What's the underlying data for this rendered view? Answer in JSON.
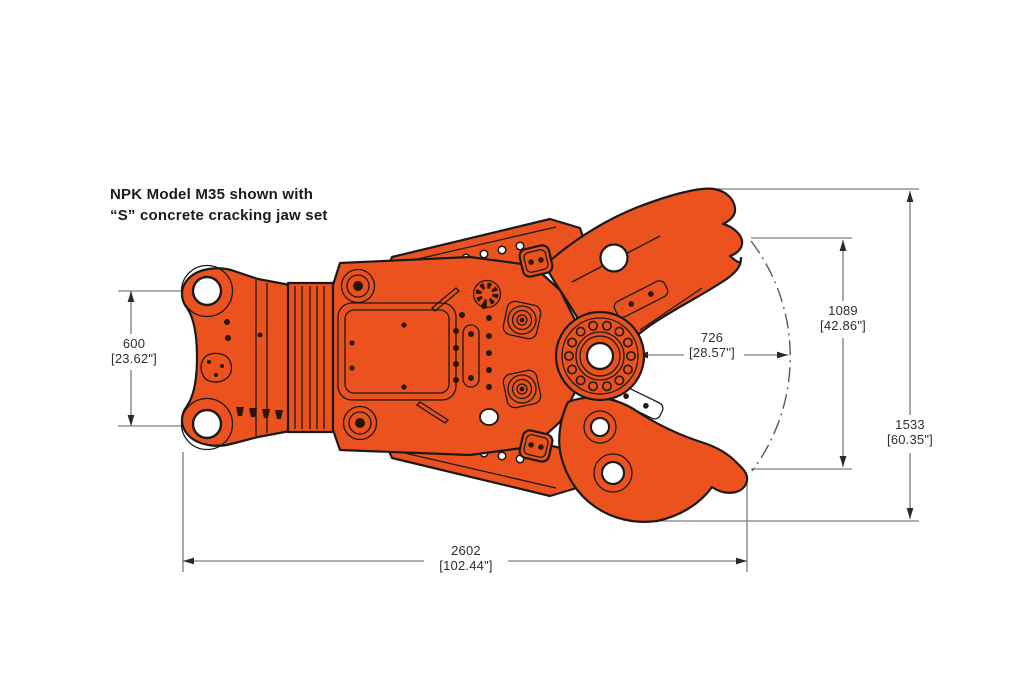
{
  "title": {
    "line1": "NPK Model M35 shown with",
    "line2": "“S” concrete cracking jaw set"
  },
  "dimensions": {
    "pin_spread": {
      "mm": "600",
      "in": "[23.62\"]"
    },
    "jaw_depth": {
      "mm": "726",
      "in": "[28.57\"]"
    },
    "jaw_opening": {
      "mm": "1089",
      "in": "[42.86\"]"
    },
    "overall_height": {
      "mm": "1533",
      "in": "[60.35\"]"
    },
    "overall_length": {
      "mm": "2602",
      "in": "[102.44\"]"
    }
  },
  "colors": {
    "machine_fill": "#EC521D",
    "outline": "#1A1A1A",
    "dimension_line": "#7D7D7D",
    "text": "#2E2E2E",
    "background": "#FFFFFF"
  }
}
